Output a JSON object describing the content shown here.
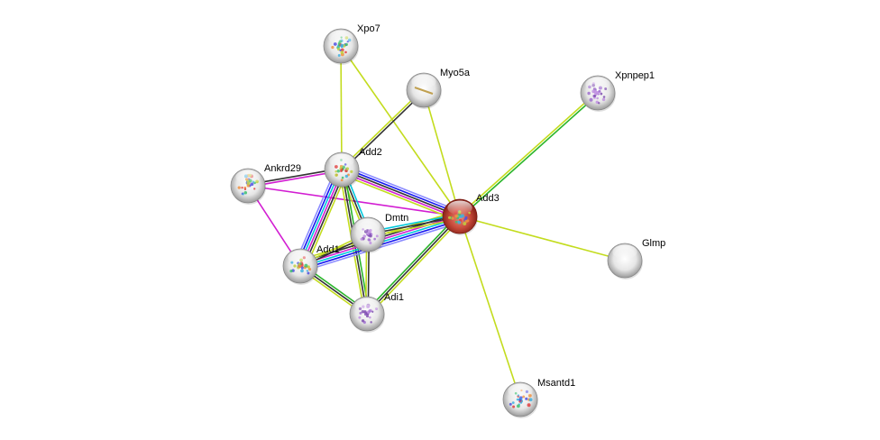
{
  "title": "Protein interaction network",
  "evidence_colors": {
    "textmining": "#c3dc1e",
    "coexpression": "#333333",
    "experiments": "#d21dd2",
    "databases": "#00c8dc",
    "homology": "#1414f0",
    "neighborhood": "#2ab52a",
    "cooccurrence": "#8c8cff"
  },
  "nodes": [
    {
      "id": "Xpo7",
      "label": "Xpo7",
      "query": false,
      "structure": "rainbow"
    },
    {
      "id": "Myo5a",
      "label": "Myo5a",
      "query": false,
      "structure": "tan"
    },
    {
      "id": "Xpnpep1",
      "label": "Xpnpep1",
      "query": false,
      "structure": "purple"
    },
    {
      "id": "Ankrd29",
      "label": "Ankrd29",
      "query": false,
      "structure": "rainbow"
    },
    {
      "id": "Add2",
      "label": "Add2",
      "query": false,
      "structure": "rainbow"
    },
    {
      "id": "Add3",
      "label": "Add3",
      "query": true,
      "structure": "rainbow"
    },
    {
      "id": "Dmtn",
      "label": "Dmtn",
      "query": false,
      "structure": "purple"
    },
    {
      "id": "Add1",
      "label": "Add1",
      "query": false,
      "structure": "rainbow"
    },
    {
      "id": "Glmp",
      "label": "Glmp",
      "query": false,
      "structure": "none"
    },
    {
      "id": "Adi1",
      "label": "Adi1",
      "query": false,
      "structure": "purple"
    },
    {
      "id": "Msantd1",
      "label": "Msantd1",
      "query": false,
      "structure": "rainbow"
    }
  ],
  "edges": [
    {
      "source": "Xpo7",
      "target": "Add2",
      "evidence": [
        "textmining"
      ]
    },
    {
      "source": "Xpo7",
      "target": "Add3",
      "evidence": [
        "textmining"
      ]
    },
    {
      "source": "Myo5a",
      "target": "Add2",
      "evidence": [
        "coexpression",
        "textmining"
      ]
    },
    {
      "source": "Myo5a",
      "target": "Add3",
      "evidence": [
        "textmining"
      ]
    },
    {
      "source": "Xpnpep1",
      "target": "Add3",
      "evidence": [
        "neighborhood",
        "textmining"
      ]
    },
    {
      "source": "Ankrd29",
      "target": "Add2",
      "evidence": [
        "coexpression",
        "experiments"
      ]
    },
    {
      "source": "Ankrd29",
      "target": "Add3",
      "evidence": [
        "experiments"
      ]
    },
    {
      "source": "Ankrd29",
      "target": "Add1",
      "evidence": [
        "experiments"
      ]
    },
    {
      "source": "Add2",
      "target": "Add3",
      "evidence": [
        "cooccurrence",
        "homology",
        "coexpression",
        "experiments",
        "textmining"
      ]
    },
    {
      "source": "Add2",
      "target": "Add1",
      "evidence": [
        "textmining",
        "coexpression",
        "experiments",
        "databases",
        "homology",
        "cooccurrence"
      ]
    },
    {
      "source": "Add2",
      "target": "Dmtn",
      "evidence": [
        "databases",
        "coexpression",
        "textmining"
      ]
    },
    {
      "source": "Add2",
      "target": "Adi1",
      "evidence": [
        "neighborhood",
        "coexpression",
        "textmining"
      ]
    },
    {
      "source": "Add1",
      "target": "Add3",
      "evidence": [
        "textmining",
        "coexpression",
        "experiments",
        "databases",
        "homology",
        "cooccurrence"
      ]
    },
    {
      "source": "Add1",
      "target": "Dmtn",
      "evidence": [
        "textmining",
        "coexpression"
      ]
    },
    {
      "source": "Add1",
      "target": "Adi1",
      "evidence": [
        "neighborhood",
        "coexpression",
        "textmining"
      ]
    },
    {
      "source": "Dmtn",
      "target": "Add3",
      "evidence": [
        "databases",
        "coexpression",
        "textmining"
      ]
    },
    {
      "source": "Dmtn",
      "target": "Adi1",
      "evidence": [
        "coexpression",
        "textmining"
      ]
    },
    {
      "source": "Adi1",
      "target": "Add3",
      "evidence": [
        "neighborhood",
        "coexpression",
        "textmining"
      ]
    },
    {
      "source": "Glmp",
      "target": "Add3",
      "evidence": [
        "textmining"
      ]
    },
    {
      "source": "Msantd1",
      "target": "Add3",
      "evidence": [
        "textmining"
      ]
    }
  ]
}
